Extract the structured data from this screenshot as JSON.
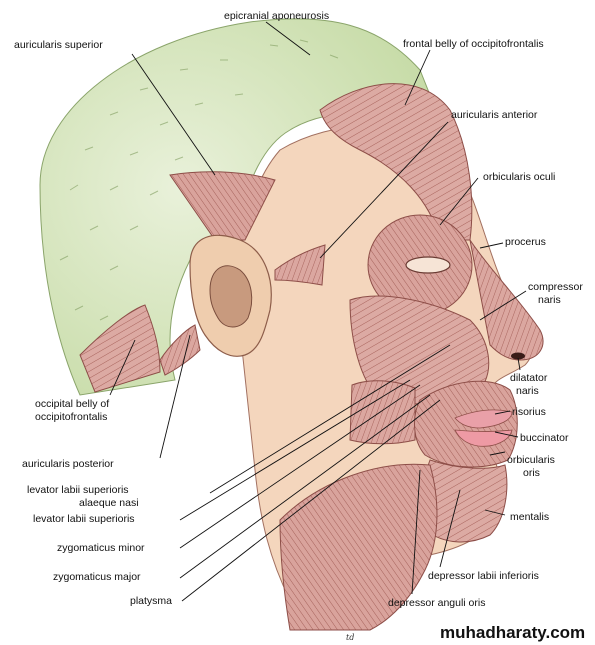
{
  "labels": {
    "epicranial_aponeurosis": "epicranial aponeurosis",
    "auricularis_superior": "auricularis superior",
    "frontal_belly": "frontal belly of occipitofrontalis",
    "auricularis_anterior": "auricularis anterior",
    "orbicularis_oculi": "orbicularis oculi",
    "procerus": "procerus",
    "compressor_naris_1": "compressor",
    "compressor_naris_2": "naris",
    "dilatator_naris_1": "dilatator",
    "dilatator_naris_2": "naris",
    "risorius": "risorius",
    "buccinator": "buccinator",
    "orbicularis_oris_1": "orbicularis",
    "orbicularis_oris_2": "oris",
    "mentalis": "mentalis",
    "depressor_labii": "depressor labii inferioris",
    "depressor_anguli": "depressor anguli oris",
    "platysma": "platysma",
    "zygomaticus_major": "zygomaticus major",
    "zygomaticus_minor": "zygomaticus minor",
    "levator_labii": "levator labii superioris",
    "levator_labii_alaeque_1": "levator labii superioris",
    "levator_labii_alaeque_2": "alaeque nasi",
    "auricularis_posterior": "auricularis posterior",
    "occipital_belly_1": "occipital belly of",
    "occipital_belly_2": "occipitofrontalis"
  },
  "watermark": "muhadharaty.com",
  "artist_mark": "td",
  "colors": {
    "aponeurosis": "#cfe0b0",
    "muscle": "#d9a6a0",
    "muscle_dark": "#9b5b55",
    "skin": "#f6dcc4",
    "ear": "#f0cfb0",
    "lip": "#e9a0a8"
  }
}
